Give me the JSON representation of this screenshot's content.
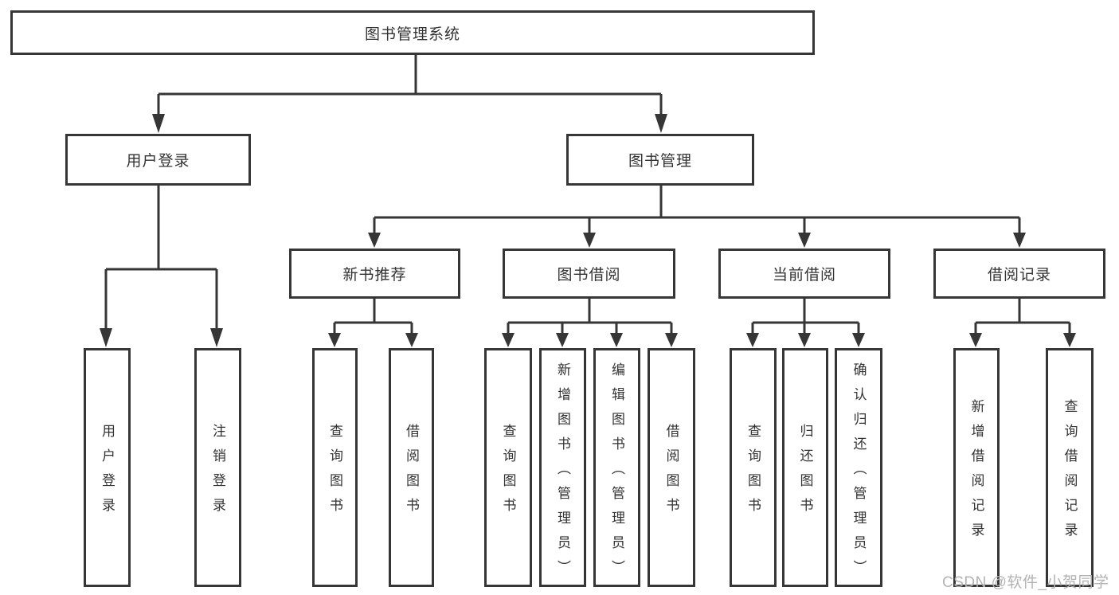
{
  "tree": {
    "root": {
      "label": "图书管理系统",
      "children": [
        {
          "label": "用户登录",
          "children": [
            {
              "label": "用户登录"
            },
            {
              "label": "注销登录"
            }
          ]
        },
        {
          "label": "图书管理",
          "children": [
            {
              "label": "新书推荐",
              "children": [
                {
                  "label": "查询图书"
                },
                {
                  "label": "借阅图书"
                }
              ]
            },
            {
              "label": "图书借阅",
              "children": [
                {
                  "label": "查询图书"
                },
                {
                  "label": "新增图书（管理员）"
                },
                {
                  "label": "编辑图书（管理员）"
                },
                {
                  "label": "借阅图书"
                }
              ]
            },
            {
              "label": "当前借阅",
              "children": [
                {
                  "label": "查询图书"
                },
                {
                  "label": "归还图书"
                },
                {
                  "label": "确认归还（管理员）"
                }
              ]
            },
            {
              "label": "借阅记录",
              "children": [
                {
                  "label": "新增借阅记录"
                },
                {
                  "label": "查询借阅记录"
                }
              ]
            }
          ]
        }
      ]
    }
  },
  "watermark": "CSDN @软件_小贺同学",
  "colors": {
    "line": "#363636",
    "box_border": "#363636",
    "text": "#333333",
    "watermark": "#b3b3b3",
    "background": "#ffffff"
  }
}
